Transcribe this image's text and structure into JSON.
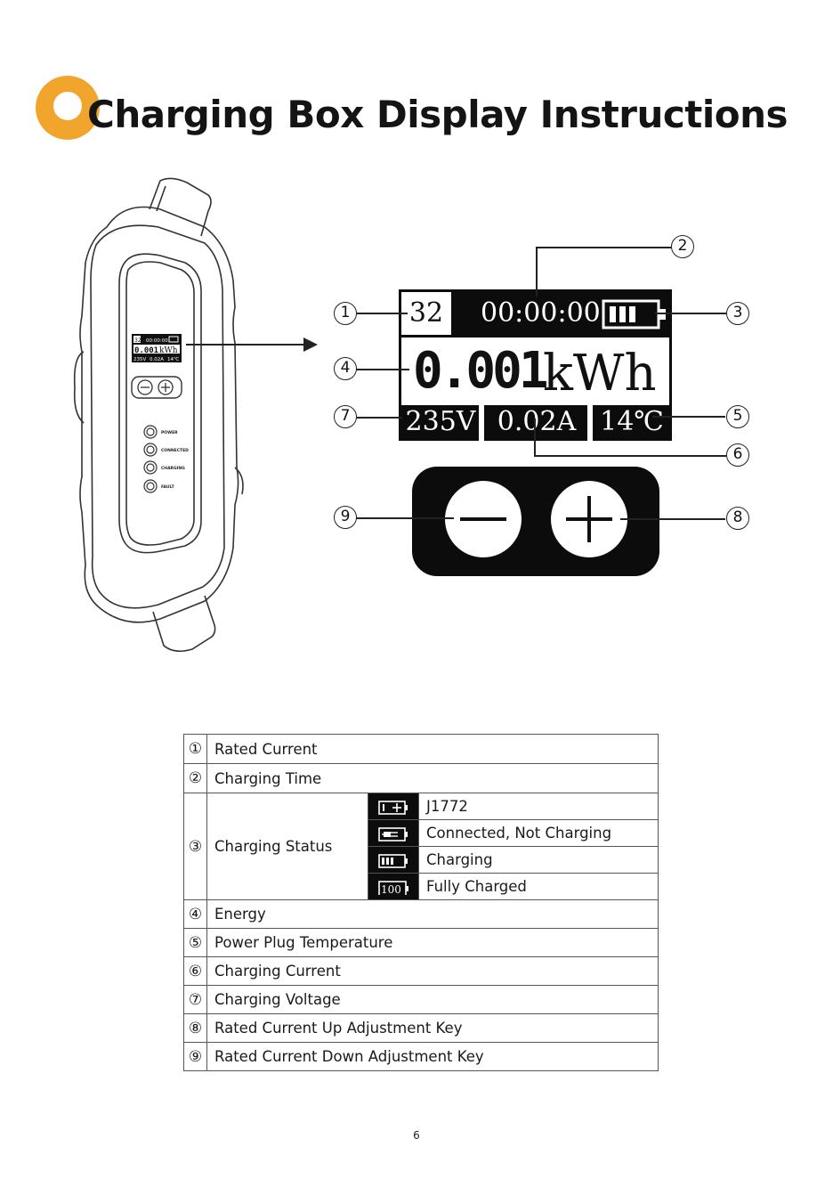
{
  "title": "Charging Box Display Instructions",
  "device": {
    "mini_display": {
      "rated": "32",
      "time": "00:00:00",
      "energy": "0.001",
      "unit": "kWh",
      "voltage": "235V",
      "current": "0.02A",
      "temp": "14℃"
    },
    "leds": [
      "POWER",
      "CONNECTED",
      "CHARGING",
      "FAULT"
    ]
  },
  "display": {
    "rated_current": "32",
    "time": "00:00:00",
    "energy": "0.001",
    "energy_unit": "kWh",
    "voltage": "235V",
    "current": "0.02A",
    "temperature": "14℃",
    "battery_level": 3
  },
  "callouts": [
    "1",
    "2",
    "3",
    "4",
    "5",
    "6",
    "7",
    "8",
    "9"
  ],
  "legend": [
    {
      "num": "①",
      "label": "Rated Current"
    },
    {
      "num": "②",
      "label": "Charging Time"
    },
    {
      "num": "③",
      "label": "Charging Status",
      "statuses": [
        {
          "icon": "j1772-battery-plus-icon",
          "text": "J1772"
        },
        {
          "icon": "battery-plug-icon",
          "text": "Connected, Not Charging"
        },
        {
          "icon": "battery-charging-icon",
          "text": "Charging"
        },
        {
          "icon": "battery-100-icon",
          "text": "Fully Charged",
          "icon_text": "100"
        }
      ]
    },
    {
      "num": "④",
      "label": "Energy"
    },
    {
      "num": "⑤",
      "label": "Power Plug Temperature"
    },
    {
      "num": "⑥",
      "label": "Charging Current"
    },
    {
      "num": "⑦",
      "label": "Charging Voltage"
    },
    {
      "num": "⑧",
      "label": "Rated Current Up Adjustment Key"
    },
    {
      "num": "⑨",
      "label": "Rated Current Down Adjustment Key"
    }
  ],
  "page_number": "6"
}
